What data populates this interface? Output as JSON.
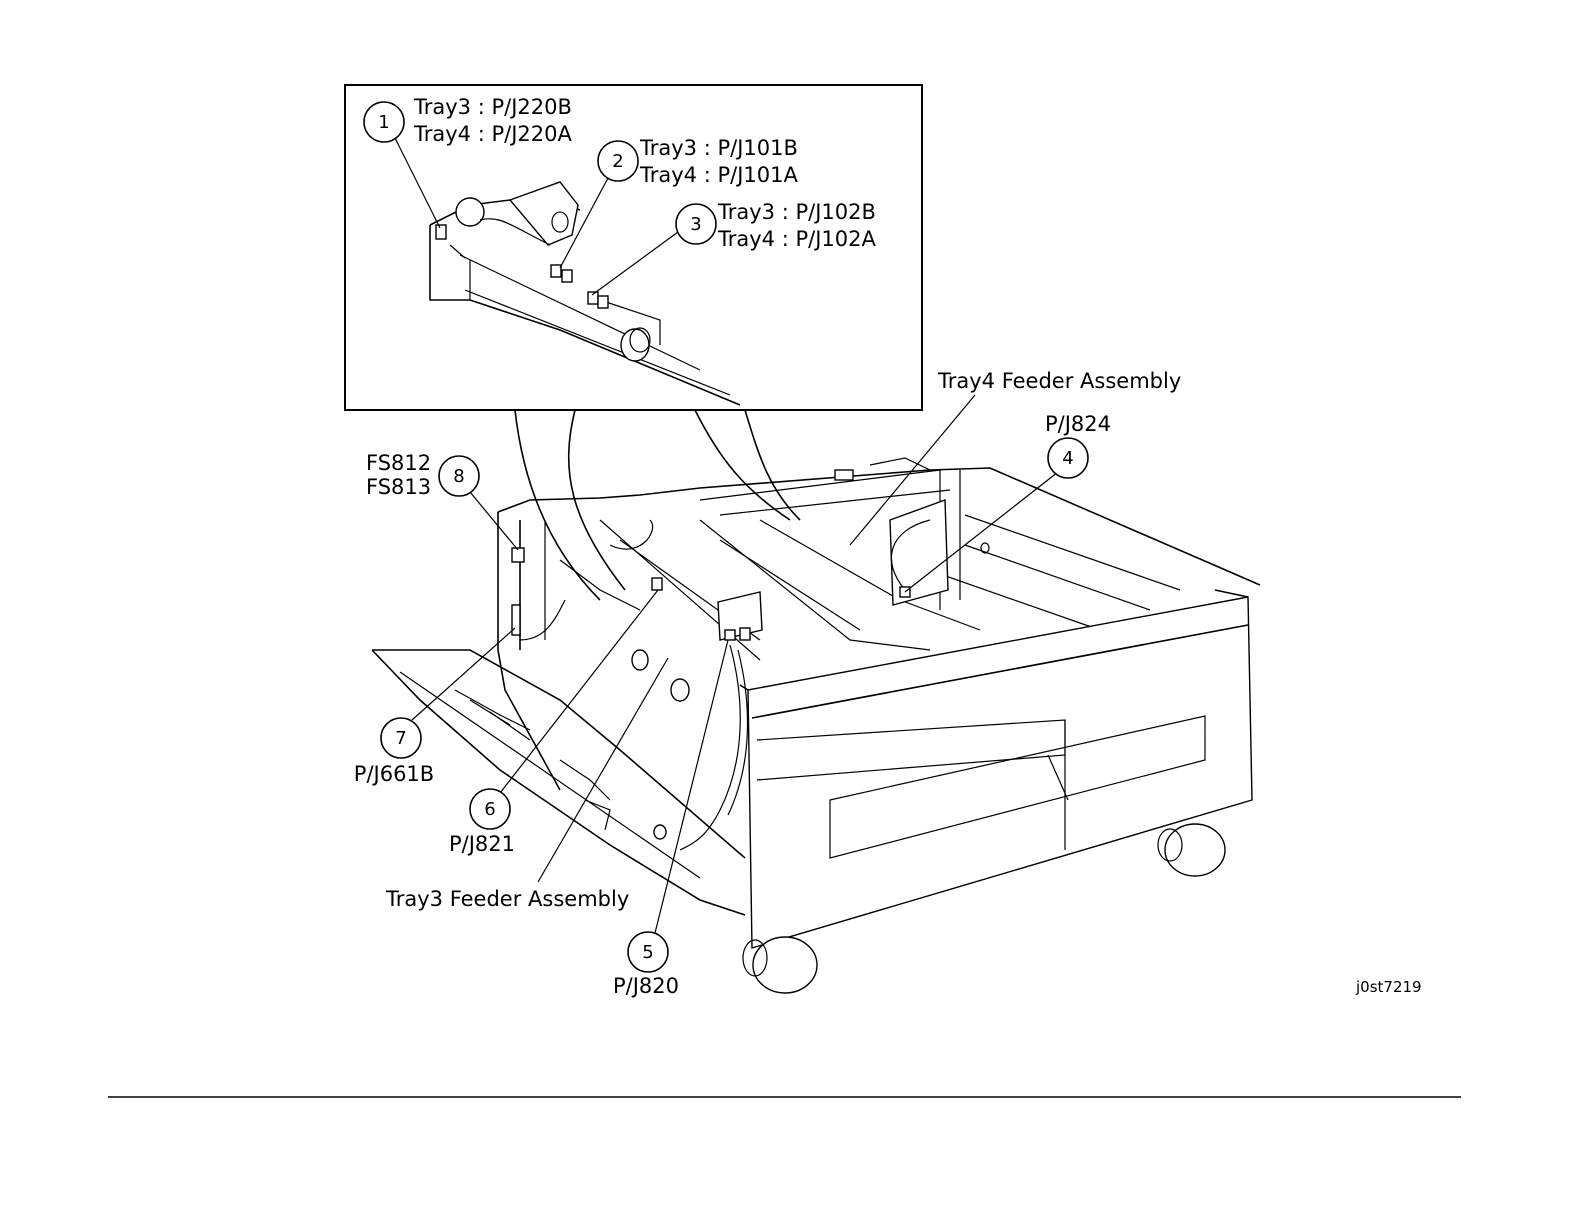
{
  "figure_id": "j0st7219",
  "callouts": [
    {
      "number": "1",
      "lines": [
        "Tray3 : P/J220B",
        "Tray4 : P/J220A"
      ]
    },
    {
      "number": "2",
      "lines": [
        "Tray3 : P/J101B",
        "Tray4 : P/J101A"
      ]
    },
    {
      "number": "3",
      "lines": [
        "Tray3 : P/J102B",
        "Tray4 : P/J102A"
      ]
    },
    {
      "number": "4",
      "lines": [
        "P/J824"
      ]
    },
    {
      "number": "5",
      "lines": [
        "P/J820"
      ]
    },
    {
      "number": "6",
      "lines": [
        "P/J821"
      ]
    },
    {
      "number": "7",
      "lines": [
        "P/J661B"
      ]
    },
    {
      "number": "8",
      "lines": [
        "FS812",
        "FS813"
      ]
    }
  ],
  "assemblies": {
    "tray4": "Tray4 Feeder Assembly",
    "tray3": "Tray3 Feeder Assembly"
  }
}
